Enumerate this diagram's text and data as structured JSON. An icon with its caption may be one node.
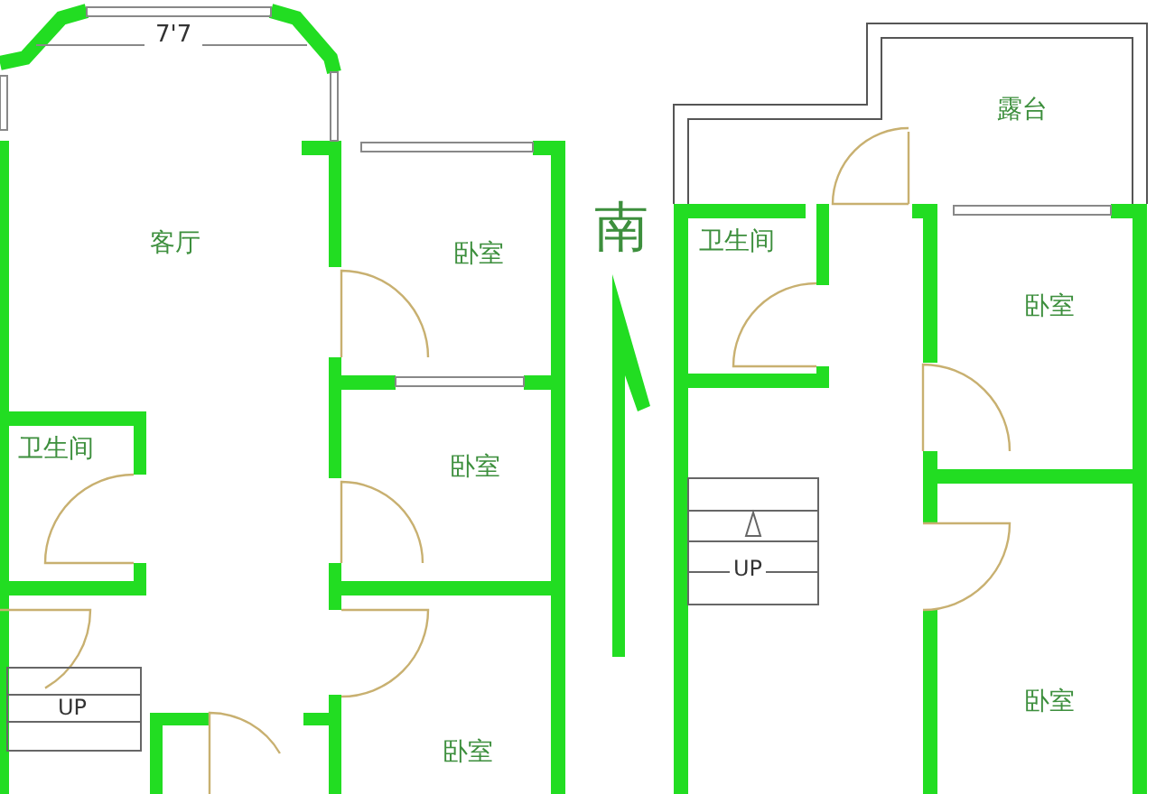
{
  "diagram": {
    "nodes": [
      {
        "text": [
          "客厅"
        ]
      },
      {
        "text": [
          "卧室"
        ]
      },
      {
        "text": [
          "卧室"
        ]
      },
      {
        "text": [
          "卫生间"
        ]
      },
      {
        "text": [
          "卧室"
        ]
      },
      {
        "text": [
          "露台"
        ]
      },
      {
        "text": [
          "卫生间"
        ]
      },
      {
        "text": [
          "卧室"
        ]
      },
      {
        "text": [
          "卧室"
        ]
      }
    ],
    "labels": [
      "7'7",
      "南",
      "UP",
      "UP"
    ]
  }
}
